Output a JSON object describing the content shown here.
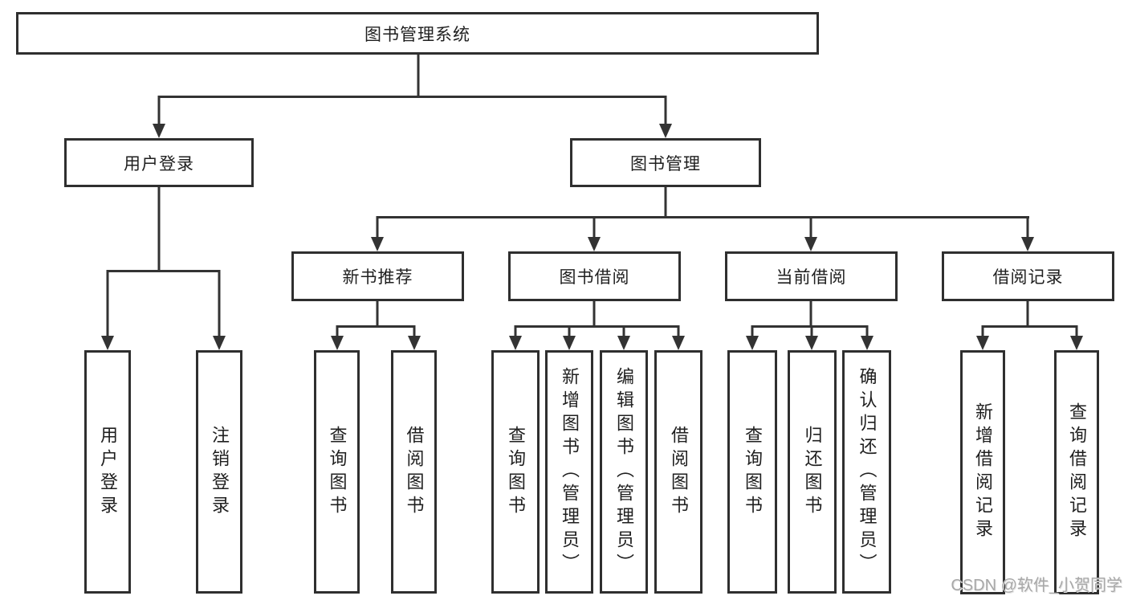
{
  "watermark": "CSDN @软件_小贺同学",
  "tree": {
    "root": {
      "label": "图书管理系统"
    },
    "branches": [
      {
        "label": "用户登录",
        "leaves": [
          {
            "label": "用户登录"
          },
          {
            "label": "注销登录"
          }
        ]
      },
      {
        "label": "图书管理",
        "groups": [
          {
            "label": "新书推荐",
            "leaves": [
              {
                "label": "查询图书"
              },
              {
                "label": "借阅图书"
              }
            ]
          },
          {
            "label": "图书借阅",
            "leaves": [
              {
                "label": "查询图书"
              },
              {
                "label": "新增图书（管理员）"
              },
              {
                "label": "编辑图书（管理员）"
              },
              {
                "label": "借阅图书"
              }
            ]
          },
          {
            "label": "当前借阅",
            "leaves": [
              {
                "label": "查询图书"
              },
              {
                "label": "归还图书"
              },
              {
                "label": "确认归还（管理员）"
              }
            ]
          },
          {
            "label": "借阅记录",
            "leaves": [
              {
                "label": "新增借阅记录"
              },
              {
                "label": "查询借阅记录"
              }
            ]
          }
        ]
      }
    ]
  },
  "colors": {
    "line": "#333333",
    "border": "#2f2f2f",
    "text": "#1f1f1f",
    "watermark": "#a8a8a8",
    "background": "#ffffff"
  }
}
